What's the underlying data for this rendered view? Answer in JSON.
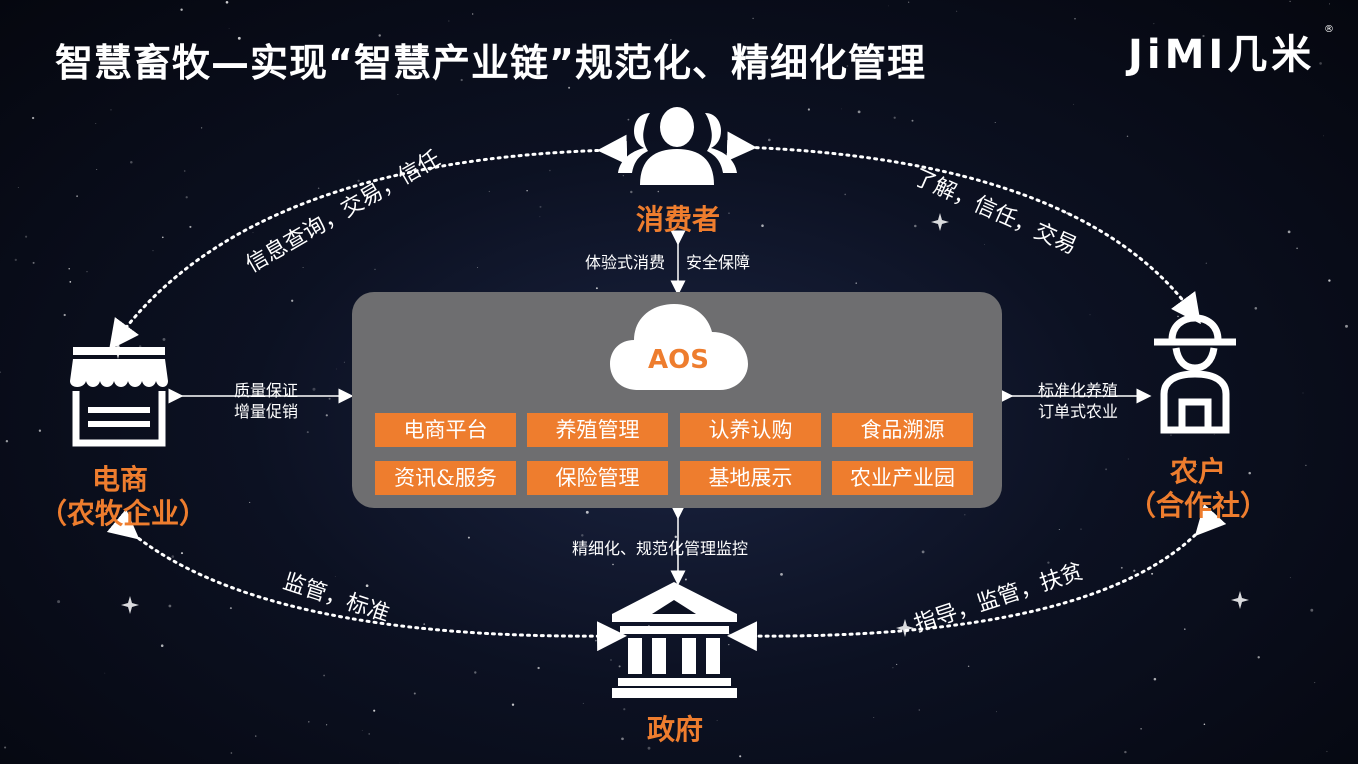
{
  "title": "智慧畜牧—实现“智慧产业链”规范化、精细化管理",
  "logo": {
    "text": "JiMI几米",
    "reg": "®"
  },
  "nodes": {
    "consumer": "消费者",
    "ecommerce_line1": "电商",
    "ecommerce_line2": "（农牧企业）",
    "farmer_line1": "农户",
    "farmer_line2": "（合作社）",
    "government": "政府"
  },
  "center": {
    "label": "AOS",
    "modules": [
      "电商平台",
      "养殖管理",
      "认养认购",
      "食品溯源",
      "资讯&服务",
      "保险管理",
      "基地展示",
      "农业产业园"
    ]
  },
  "links": {
    "consumer_center_left": "体验式消费",
    "consumer_center_right": "安全保障",
    "ecommerce_center_line1": "质量保证",
    "ecommerce_center_line2": "增量促销",
    "farmer_center_line1": "标准化养殖",
    "farmer_center_line2": "订单式农业",
    "government_center": "精细化、规范化管理监控",
    "arc_top_left": "信息查询，交易，信任",
    "arc_top_right": "了解，信任，交易",
    "arc_bottom_left": "监管，标准",
    "arc_bottom_right": "指导，监管，扶贫"
  },
  "colors": {
    "accent": "#ee7d2e",
    "panel": "#6e6e70",
    "text": "#ffffff"
  },
  "icons": [
    "users-icon",
    "store-icon",
    "farmer-icon",
    "government-building-icon",
    "cloud-icon"
  ]
}
